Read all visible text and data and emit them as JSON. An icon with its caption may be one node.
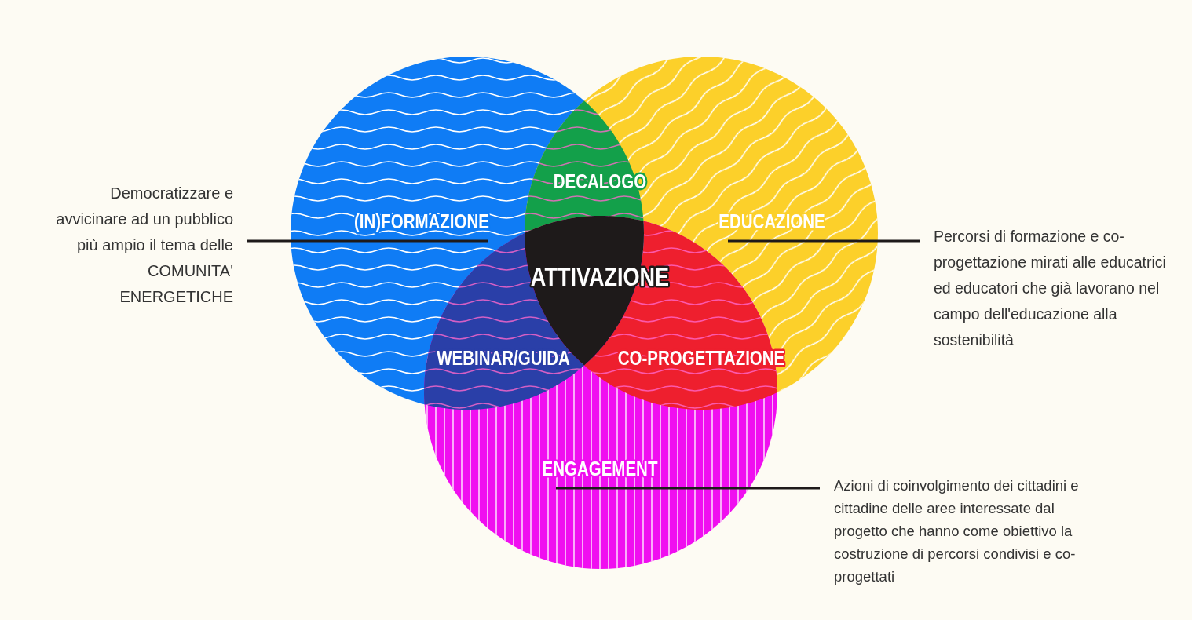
{
  "diagram": {
    "nodes": [
      {
        "text": [
          "(IN)FORMAZIONE"
        ]
      },
      {
        "text": [
          "EDUCAZIONE"
        ]
      },
      {
        "text": [
          "ENGAGEMENT"
        ]
      },
      {
        "text": [
          "DECALOGO"
        ]
      },
      {
        "text": [
          "WEBINAR/GUIDA"
        ]
      },
      {
        "text": [
          "CO-PROGETTAZIONE"
        ]
      },
      {
        "text": [
          "ATTIVAZIONE"
        ]
      },
      {
        "text": [
          "Democratizzare e avvicinare ad un pubblico più ampio il tema delle COMUNITA' ENERGETICHE"
        ]
      },
      {
        "text": [
          "Percorsi di formazione e co-progettazione mirati alle educatrici ed educatori che già lavorano nel campo dell'educazione alla sostenibilità"
        ]
      },
      {
        "text": [
          "Azioni di coinvolgimento dei cittadini e cittadine delle aree interessate dal progetto che hanno come obiettivo la costruzione di percorsi condivisi e co-progettati"
        ]
      }
    ],
    "edges": [
      {
        "from": 7,
        "to": 0,
        "arrow": "none"
      },
      {
        "from": 8,
        "to": 1,
        "arrow": "none"
      },
      {
        "from": 9,
        "to": 2,
        "arrow": "none"
      }
    ]
  }
}
